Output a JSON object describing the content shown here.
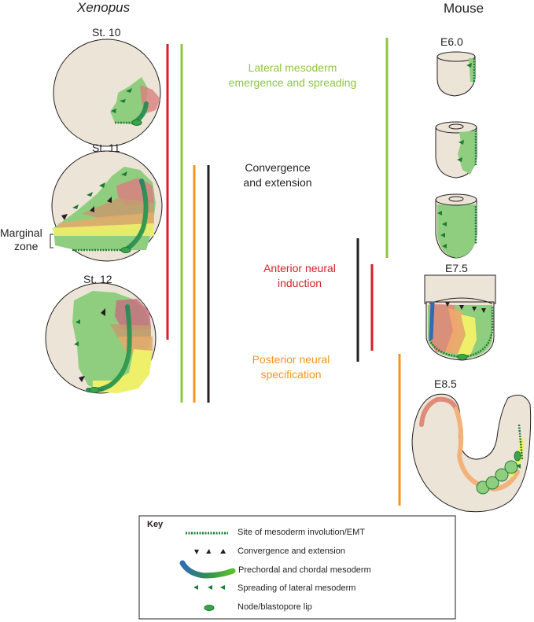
{
  "headers": {
    "left": "Xenopus",
    "right": "Mouse"
  },
  "stages": {
    "xenopus": [
      "St. 10",
      "St. 11",
      "St. 12"
    ],
    "mouse": [
      "E6.0",
      "E7.5",
      "E8.5"
    ]
  },
  "annotations": {
    "marginal_zone_line1": "Marginal",
    "marginal_zone_line2": "zone"
  },
  "processes": [
    {
      "line1": "Lateral mesoderm",
      "line2": "emergence and spreading",
      "color": "#8dc63f"
    },
    {
      "line1": "Convergence",
      "line2": "and extension",
      "color": "#231f20"
    },
    {
      "line1": "Anterior neural",
      "line2": "induction",
      "color": "#d71f26"
    },
    {
      "line1": "Posterior neural",
      "line2": "specification",
      "color": "#f7941d"
    }
  ],
  "key": {
    "title": "Key",
    "items": [
      {
        "label": "Site of mesoderm involution/EMT",
        "icon": "dashed-green-line"
      },
      {
        "label": "Convergence and extension",
        "icon": "black-arrowheads"
      },
      {
        "label": "Prechordal and chordal mesoderm",
        "icon": "blue-green-arc"
      },
      {
        "label": "Spreading of lateral mesoderm",
        "icon": "green-arrowheads"
      },
      {
        "label": "Node/blastopore lip",
        "icon": "green-oval"
      }
    ]
  },
  "colors": {
    "embryo": "#ede4d8",
    "mesoderm": "#8fce7f",
    "dark_green": "#1e7b35",
    "blue": "#2e6db4",
    "anterior_red": "#d98080",
    "orange": "#f2a86a",
    "yellow": "#eef06a"
  }
}
